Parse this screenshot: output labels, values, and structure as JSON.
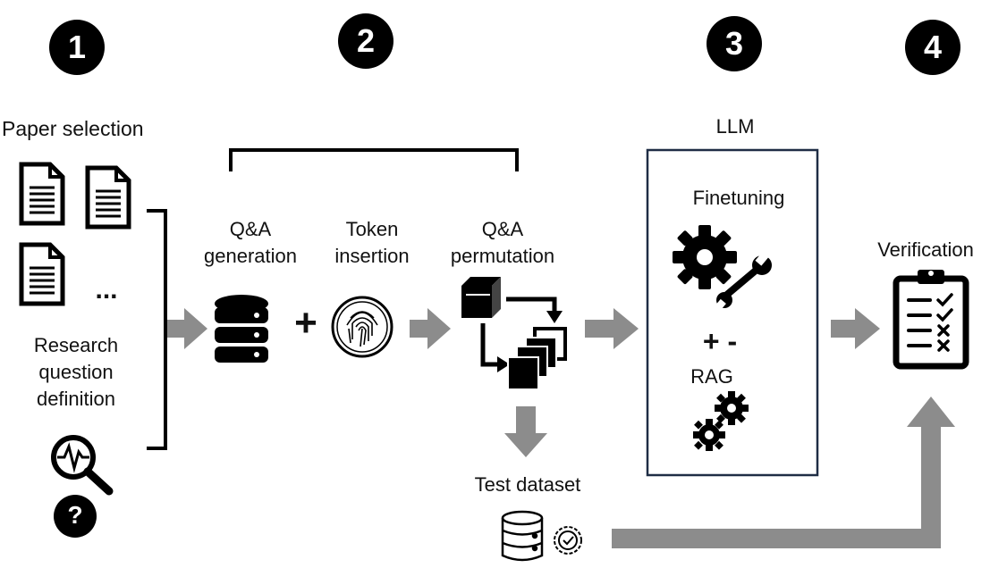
{
  "steps": [
    "1",
    "2",
    "3",
    "4"
  ],
  "labels": {
    "paper_selection": "Paper selection",
    "research_question": [
      "Research",
      "question",
      "definition"
    ],
    "qa_generation": [
      "Q&A",
      "generation"
    ],
    "token_insertion": [
      "Token",
      "insertion"
    ],
    "qa_permutation": [
      "Q&A",
      "permutation"
    ],
    "llm": "LLM",
    "finetuning": "Finetuning",
    "plus_minus": "+ -",
    "rag": "RAG",
    "verification": "Verification",
    "test_dataset": "Test dataset",
    "ellipsis": "...",
    "plus": "+",
    "question_mark": "?"
  },
  "colors": {
    "arrow": "#8c8c8c",
    "llm_box_border": "#1f2d45",
    "icon": "#000000"
  }
}
